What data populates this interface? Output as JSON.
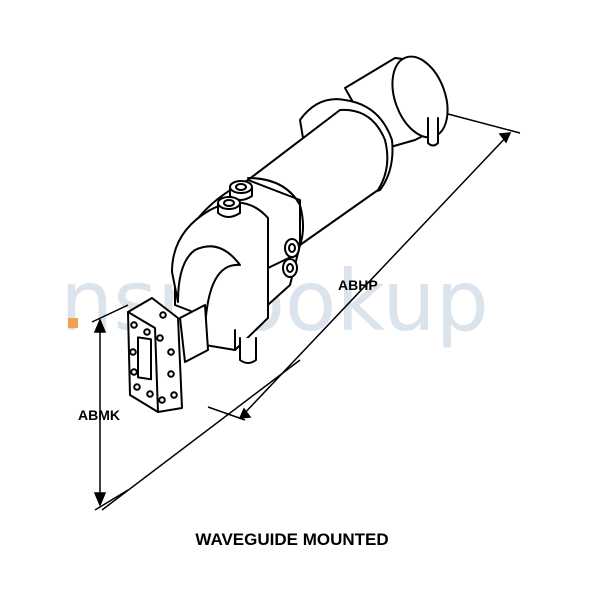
{
  "watermark": {
    "text_main": "nsnlookup",
    "accent_color": "#f0a050",
    "text_color": "#c9d7e4"
  },
  "dimensions": {
    "length_label": "ABHP",
    "height_label": "ABMK"
  },
  "caption": "WAVEGUIDE MOUNTED"
}
